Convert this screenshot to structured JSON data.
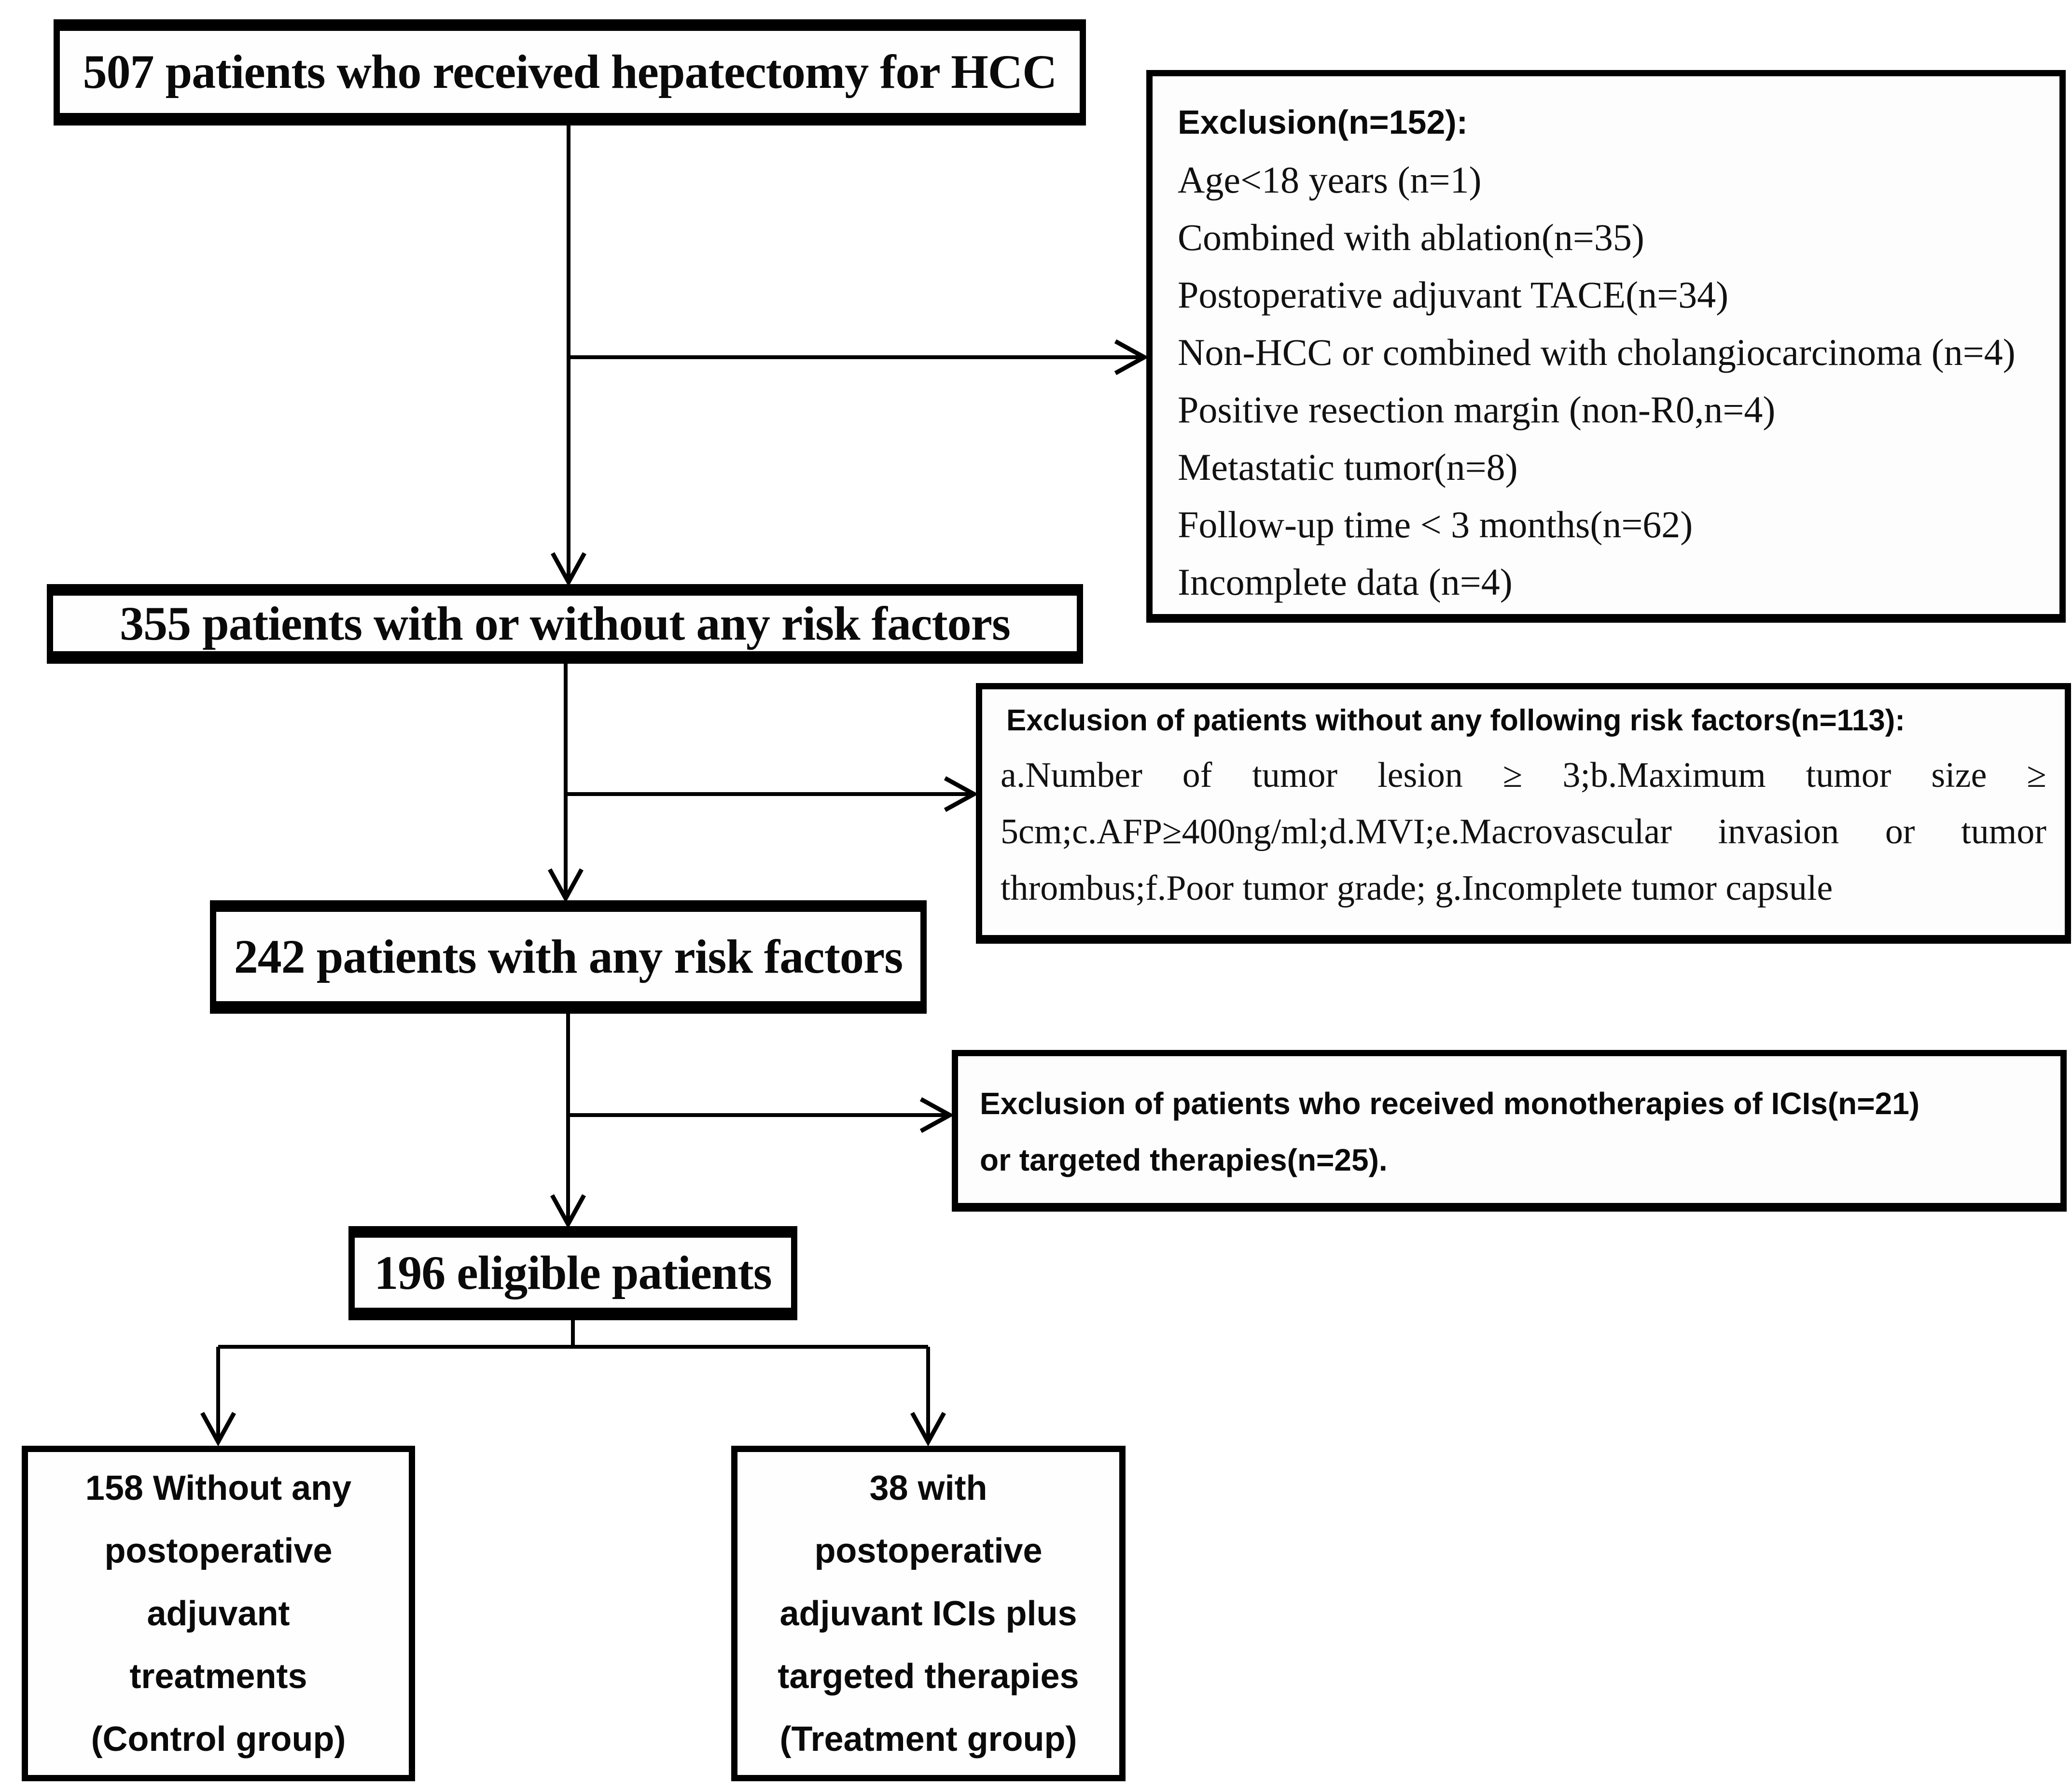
{
  "colors": {
    "background": "#ffffff",
    "line": "#000000",
    "text": "#0a0a0a"
  },
  "boxes": {
    "b507": {
      "label": "507 patients who received hepatectomy for HCC"
    },
    "excl1": {
      "header": "Exclusion(n=152):",
      "items": [
        "Age<18 years (n=1)",
        "Combined with ablation(n=35)",
        "Postoperative adjuvant TACE(n=34)",
        "Non-HCC or combined with cholangiocarcinoma (n=4)",
        "Positive resection margin (non-R0,n=4)",
        "Metastatic tumor(n=8)",
        "Follow-up time < 3 months(n=62)",
        "Incomplete data (n=4)"
      ]
    },
    "b355": {
      "label": "355 patients with or without any risk factors"
    },
    "excl2": {
      "header": "Exclusion of patients without any following risk factors(n=113):",
      "lines": [
        "a.Number of tumor lesion ≥ 3;b.Maximum tumor size ≥",
        "5cm;c.AFP≥400ng/ml;d.MVI;e.Macrovascular invasion or tumor",
        "thrombus;f.Poor tumor grade; g.Incomplete tumor capsule"
      ]
    },
    "b242": {
      "label": "242 patients with any risk factors"
    },
    "excl3": {
      "lines": [
        "Exclusion of patients who received monotherapies of ICIs(n=21)",
        "or targeted therapies(n=25)."
      ]
    },
    "b196": {
      "label": "196 eligible patients"
    },
    "control": {
      "lines": [
        "158 Without any",
        "postoperative",
        "adjuvant",
        "treatments",
        "(Control group)"
      ]
    },
    "treatment": {
      "lines": [
        "38 with",
        "postoperative",
        "adjuvant ICIs plus",
        "targeted therapies",
        "(Treatment group)"
      ]
    }
  }
}
